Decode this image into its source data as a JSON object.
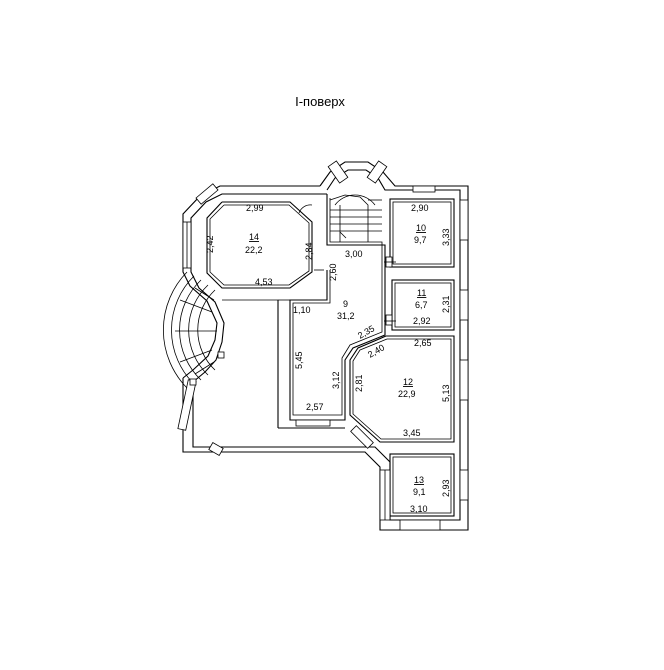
{
  "title": "І-поверх",
  "rooms": [
    {
      "number": "14",
      "area": "22,2"
    },
    {
      "number": "10",
      "area": "9,7"
    },
    {
      "number": "9",
      "area": "31,2"
    },
    {
      "number": "11",
      "area": "6,7"
    },
    {
      "number": "12",
      "area": "22,9"
    },
    {
      "number": "13",
      "area": "9,1"
    }
  ],
  "dimensions": {
    "r14_top": "2,99",
    "r14_left": "2,42",
    "r14_bottom": "4,53",
    "r14_right": "2,84",
    "r10_top": "2,90",
    "r10_right": "3,33",
    "stair": "3,00",
    "r9_260": "2,60",
    "r9_110": "1,10",
    "r11_right": "2,31",
    "r11_bottom": "2,92",
    "r9_235": "2,35",
    "r12_240": "2,40",
    "r12_top": "2,65",
    "r9_545": "5,45",
    "r9_312": "3,12",
    "r12_left": "2,81",
    "r12_right": "5,13",
    "r9_bottom": "2,57",
    "r12_bottom": "3,45",
    "r13_right": "2,93",
    "r13_bottom": "3,10"
  }
}
